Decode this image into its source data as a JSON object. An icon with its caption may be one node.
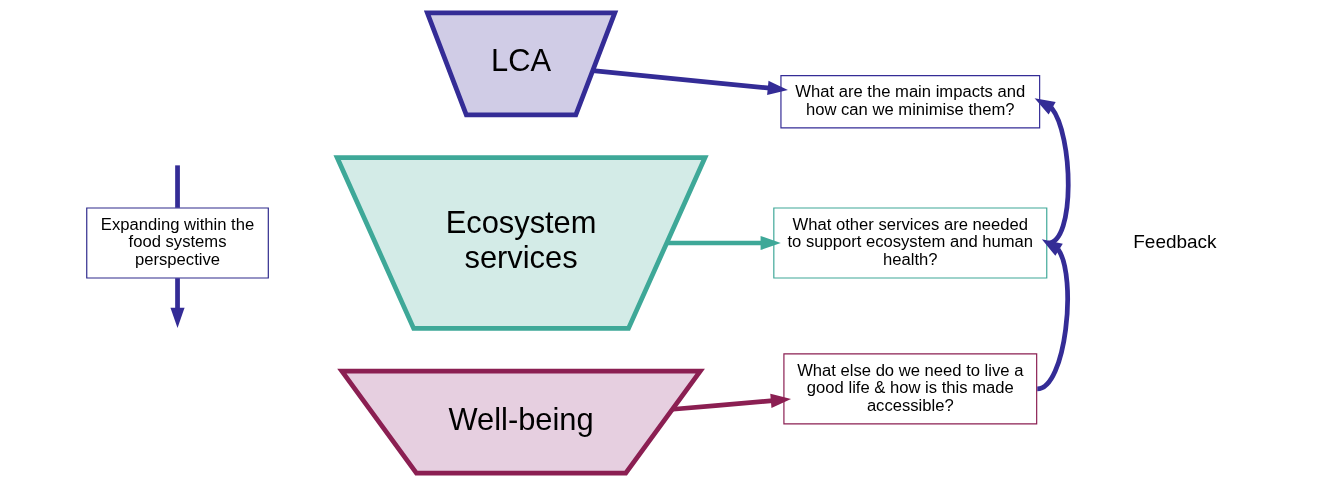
{
  "diagram": {
    "nodes": [
      {
        "text": [
          "Expanding within the food systems perspective"
        ]
      },
      {
        "text": [
          "LCA"
        ]
      },
      {
        "text": [
          "What are the main impacts and how can we minimise them?"
        ]
      },
      {
        "text": [
          "Ecosystem services"
        ]
      },
      {
        "text": [
          "What other services are needed to support ecosystem and human health?"
        ]
      },
      {
        "text": [
          "Well-being"
        ]
      },
      {
        "text": [
          "What else do we need to live a good life & how is this made accessible?"
        ]
      }
    ],
    "edges": [
      {
        "from": null,
        "to": 0,
        "arrow": "none"
      },
      {
        "from": 0,
        "to": null,
        "arrow": "to"
      },
      {
        "from": 1,
        "to": 2,
        "arrow": "to"
      },
      {
        "from": 3,
        "to": 4,
        "arrow": "to",
        "color": "#3ea898"
      },
      {
        "from": 5,
        "to": 6,
        "arrow": "to",
        "color": "#8b1f52"
      },
      {
        "from": 6,
        "to": 4,
        "arrow": "to"
      },
      {
        "from": 4,
        "to": 2,
        "arrow": "to"
      }
    ],
    "labels": [
      "Feedback"
    ]
  }
}
